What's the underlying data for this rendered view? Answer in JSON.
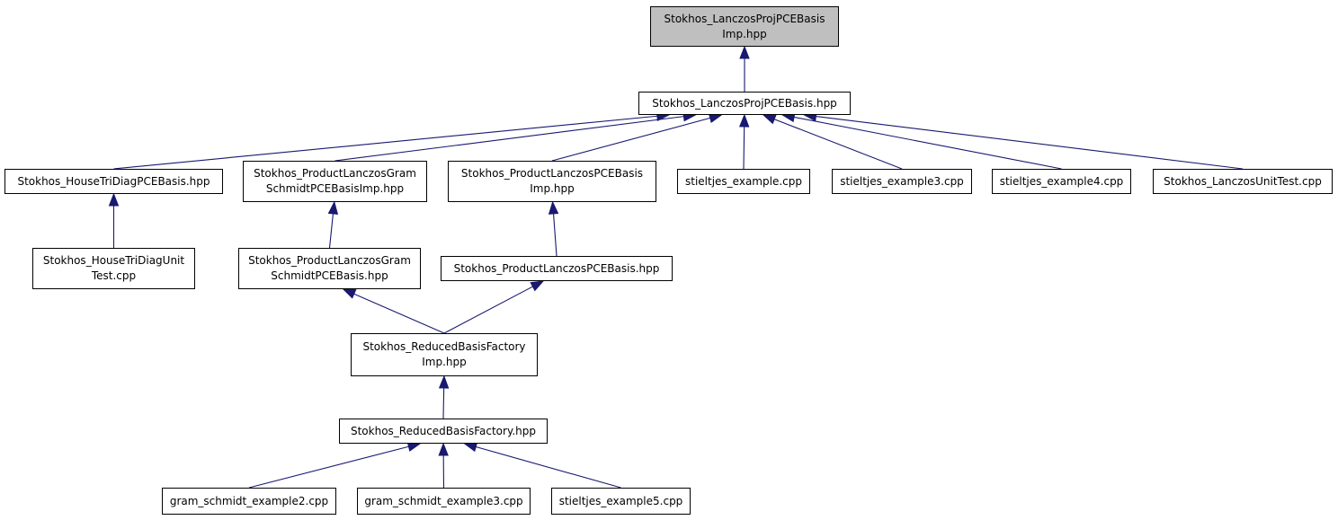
{
  "colors": {
    "edge": "#191970",
    "root_fill": "#bfbfbf",
    "node_fill": "#ffffff",
    "border": "#000000"
  },
  "nodes": {
    "root": {
      "line1": "Stokhos_LanczosProjPCEBasis",
      "line2": "Imp.hpp"
    },
    "lanczos_proj": {
      "line1": "Stokhos_LanczosProjPCEBasis.hpp"
    },
    "house_tridiag": {
      "line1": "Stokhos_HouseTriDiagPCEBasis.hpp"
    },
    "product_gram_imp": {
      "line1": "Stokhos_ProductLanczosGram",
      "line2": "SchmidtPCEBasisImp.hpp"
    },
    "product_lanczos_imp": {
      "line1": "Stokhos_ProductLanczosPCEBasis",
      "line2": "Imp.hpp"
    },
    "stieltjes_example": {
      "line1": "stieltjes_example.cpp"
    },
    "stieltjes_example3": {
      "line1": "stieltjes_example3.cpp"
    },
    "stieltjes_example4": {
      "line1": "stieltjes_example4.cpp"
    },
    "lanczos_unit_test": {
      "line1": "Stokhos_LanczosUnitTest.cpp"
    },
    "house_tridiag_unit_test": {
      "line1": "Stokhos_HouseTriDiagUnit",
      "line2": "Test.cpp"
    },
    "product_gram": {
      "line1": "Stokhos_ProductLanczosGram",
      "line2": "SchmidtPCEBasis.hpp"
    },
    "product_lanczos": {
      "line1": "Stokhos_ProductLanczosPCEBasis.hpp"
    },
    "reduced_factory_imp": {
      "line1": "Stokhos_ReducedBasisFactory",
      "line2": "Imp.hpp"
    },
    "reduced_factory": {
      "line1": "Stokhos_ReducedBasisFactory.hpp"
    },
    "gram_schmidt_example2": {
      "line1": "gram_schmidt_example2.cpp"
    },
    "gram_schmidt_example3": {
      "line1": "gram_schmidt_example3.cpp"
    },
    "stieltjes_example5": {
      "line1": "stieltjes_example5.cpp"
    }
  },
  "edges": [
    {
      "from": "lanczos_proj",
      "to": "root"
    },
    {
      "from": "house_tridiag",
      "to": "lanczos_proj"
    },
    {
      "from": "product_gram_imp",
      "to": "lanczos_proj"
    },
    {
      "from": "product_lanczos_imp",
      "to": "lanczos_proj"
    },
    {
      "from": "stieltjes_example",
      "to": "lanczos_proj"
    },
    {
      "from": "stieltjes_example3",
      "to": "lanczos_proj"
    },
    {
      "from": "stieltjes_example4",
      "to": "lanczos_proj"
    },
    {
      "from": "lanczos_unit_test",
      "to": "lanczos_proj"
    },
    {
      "from": "house_tridiag_unit_test",
      "to": "house_tridiag"
    },
    {
      "from": "product_gram",
      "to": "product_gram_imp"
    },
    {
      "from": "product_lanczos",
      "to": "product_lanczos_imp"
    },
    {
      "from": "reduced_factory_imp",
      "to": "product_gram"
    },
    {
      "from": "reduced_factory_imp",
      "to": "product_lanczos"
    },
    {
      "from": "reduced_factory",
      "to": "reduced_factory_imp"
    },
    {
      "from": "gram_schmidt_example2",
      "to": "reduced_factory"
    },
    {
      "from": "gram_schmidt_example3",
      "to": "reduced_factory"
    },
    {
      "from": "stieltjes_example5",
      "to": "reduced_factory"
    }
  ]
}
